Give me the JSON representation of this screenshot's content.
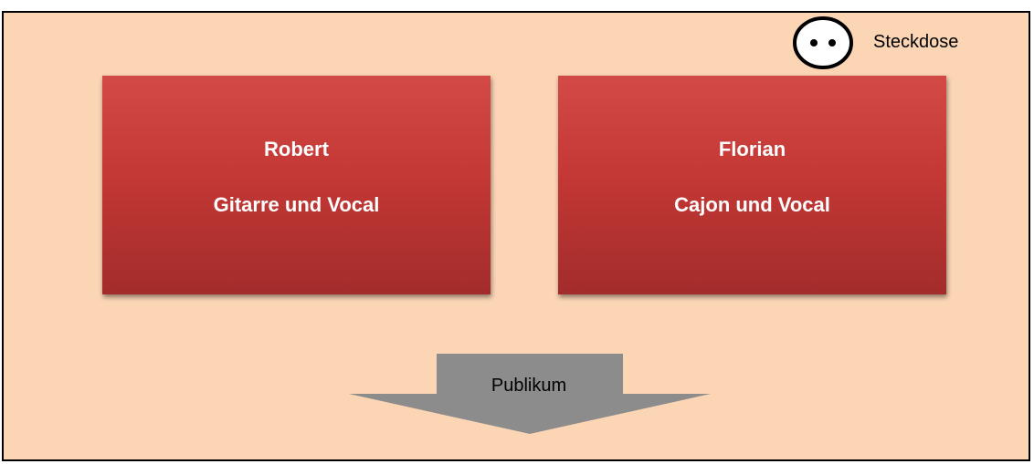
{
  "socket": {
    "label": "Steckdose",
    "icon": "power-socket-icon"
  },
  "musicians": [
    {
      "name": "Robert",
      "role": "Gitarre und Vocal"
    },
    {
      "name": "Florian",
      "role": "Cajon und Vocal"
    }
  ],
  "audience": {
    "label": "Publikum",
    "icon": "down-arrow-icon"
  },
  "colors": {
    "stage_background": "#fcd5b5",
    "musician_box": "#c43835",
    "arrow": "#8c8c8c",
    "border": "#000000"
  }
}
